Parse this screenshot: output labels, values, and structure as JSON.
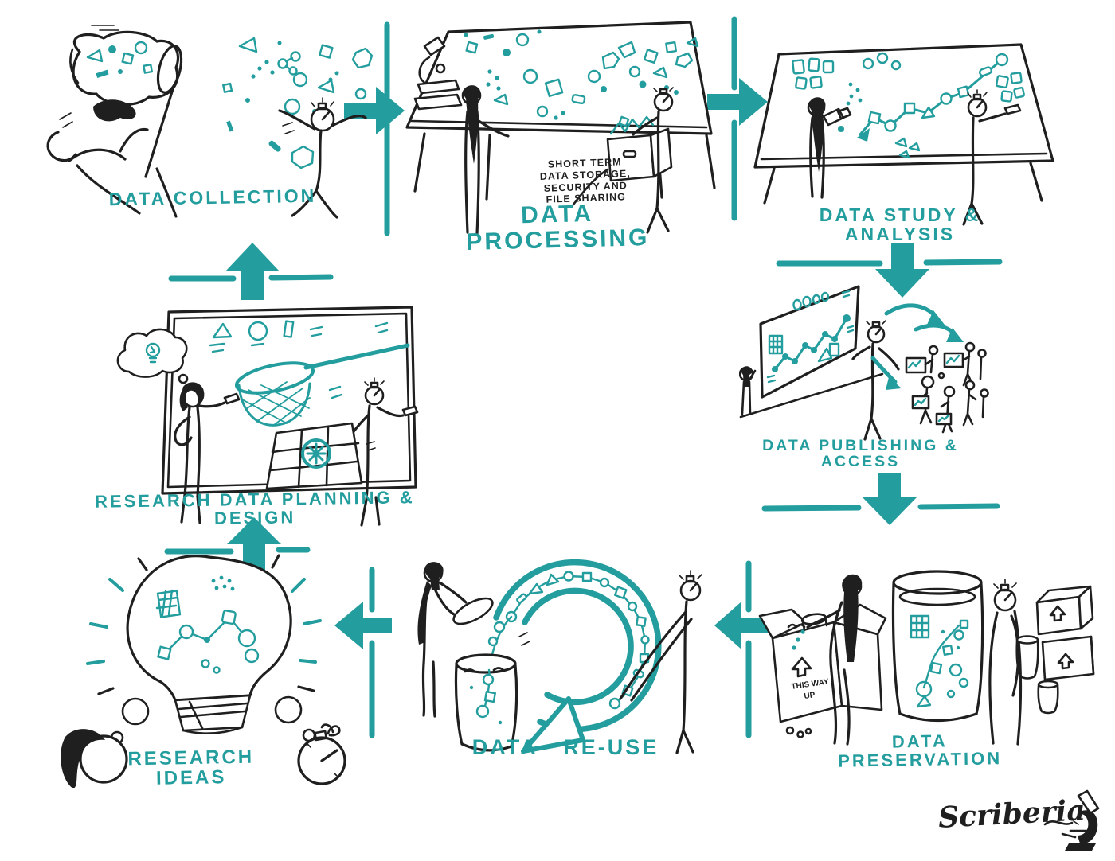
{
  "palette": {
    "teal": "#239d9d",
    "ink": "#1f1f1f"
  },
  "stages": {
    "collection": {
      "label": "DATA COLLECTION"
    },
    "processing": {
      "label": "DATA PROCESSING"
    },
    "study": {
      "label": "DATA STUDY & ANALYSIS"
    },
    "publishing": {
      "label": "DATA PUBLISHING & ACCESS"
    },
    "preservation": {
      "label": "DATA PRESERVATION"
    },
    "reuse": {
      "label": "DATA RE-USE"
    },
    "ideas": {
      "label": "RESEARCH IDEAS"
    },
    "planning": {
      "label": "RESEARCH DATA PLANNING & DESIGN"
    }
  },
  "annotations": {
    "processing_note": [
      "SHORT TERM",
      "DATA STORAGE,",
      "SECURITY AND",
      "FILE SHARING"
    ],
    "box_label_line1": "THIS WAY",
    "box_label_line2": "UP"
  },
  "signature": "Scriberia"
}
